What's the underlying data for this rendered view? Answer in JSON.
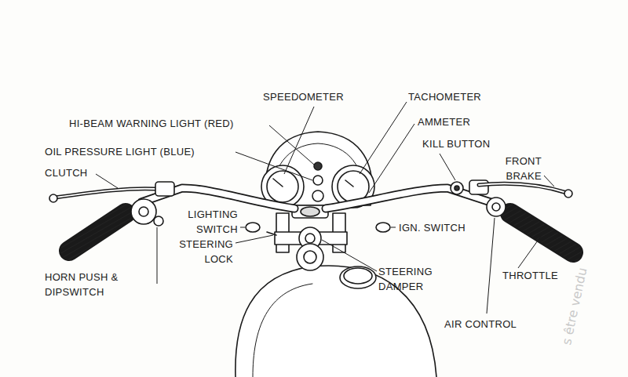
{
  "diagram": {
    "labels": [
      "SPEEDOMETER",
      "TACHOMETER",
      "HI-BEAM WARNING LIGHT (RED)",
      "AMMETER",
      "OIL PRESSURE LIGHT (BLUE)",
      "KILL BUTTON",
      "FRONT BRAKE",
      "CLUTCH",
      "LIGHTING SWITCH",
      "IGN. SWITCH",
      "STEERING LOCK",
      "STEERING DAMPER",
      "THROTTLE",
      "HORN PUSH & DIPSWITCH",
      "AIR CONTROL",
      "s être vendu"
    ]
  }
}
